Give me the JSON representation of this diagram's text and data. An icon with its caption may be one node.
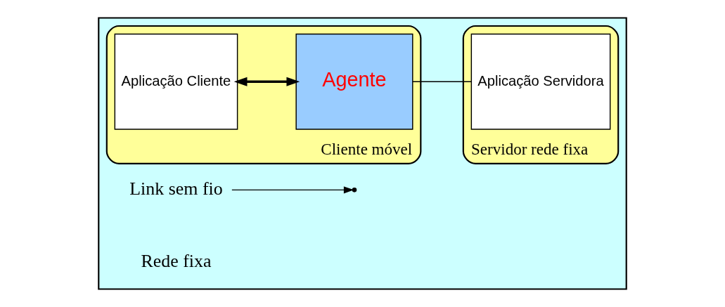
{
  "diagram": {
    "nodes": [
      {
        "text": [],
        "shape": "box"
      },
      {
        "text": [
          "Cliente móvel"
        ],
        "in": 0
      },
      {
        "text": [
          "Aplicação Cliente"
        ],
        "in": 1
      },
      {
        "text": [
          "Agente"
        ],
        "in": 1
      },
      {
        "text": [
          "Servidor rede fixa"
        ],
        "in": 0
      },
      {
        "text": [
          "Aplicação Servidora"
        ],
        "in": 4
      },
      {
        "text": [
          "Link sem fio"
        ],
        "in": 0
      }
    ],
    "edges": [
      {
        "from": 2,
        "to": 3,
        "arrow": "both",
        "style": "thick"
      },
      {
        "from": 3,
        "to": 5,
        "arrow": "none"
      },
      {
        "from": 6,
        "to": null,
        "arrow": "to"
      }
    ],
    "labels": [
      "Rede fixa"
    ]
  }
}
